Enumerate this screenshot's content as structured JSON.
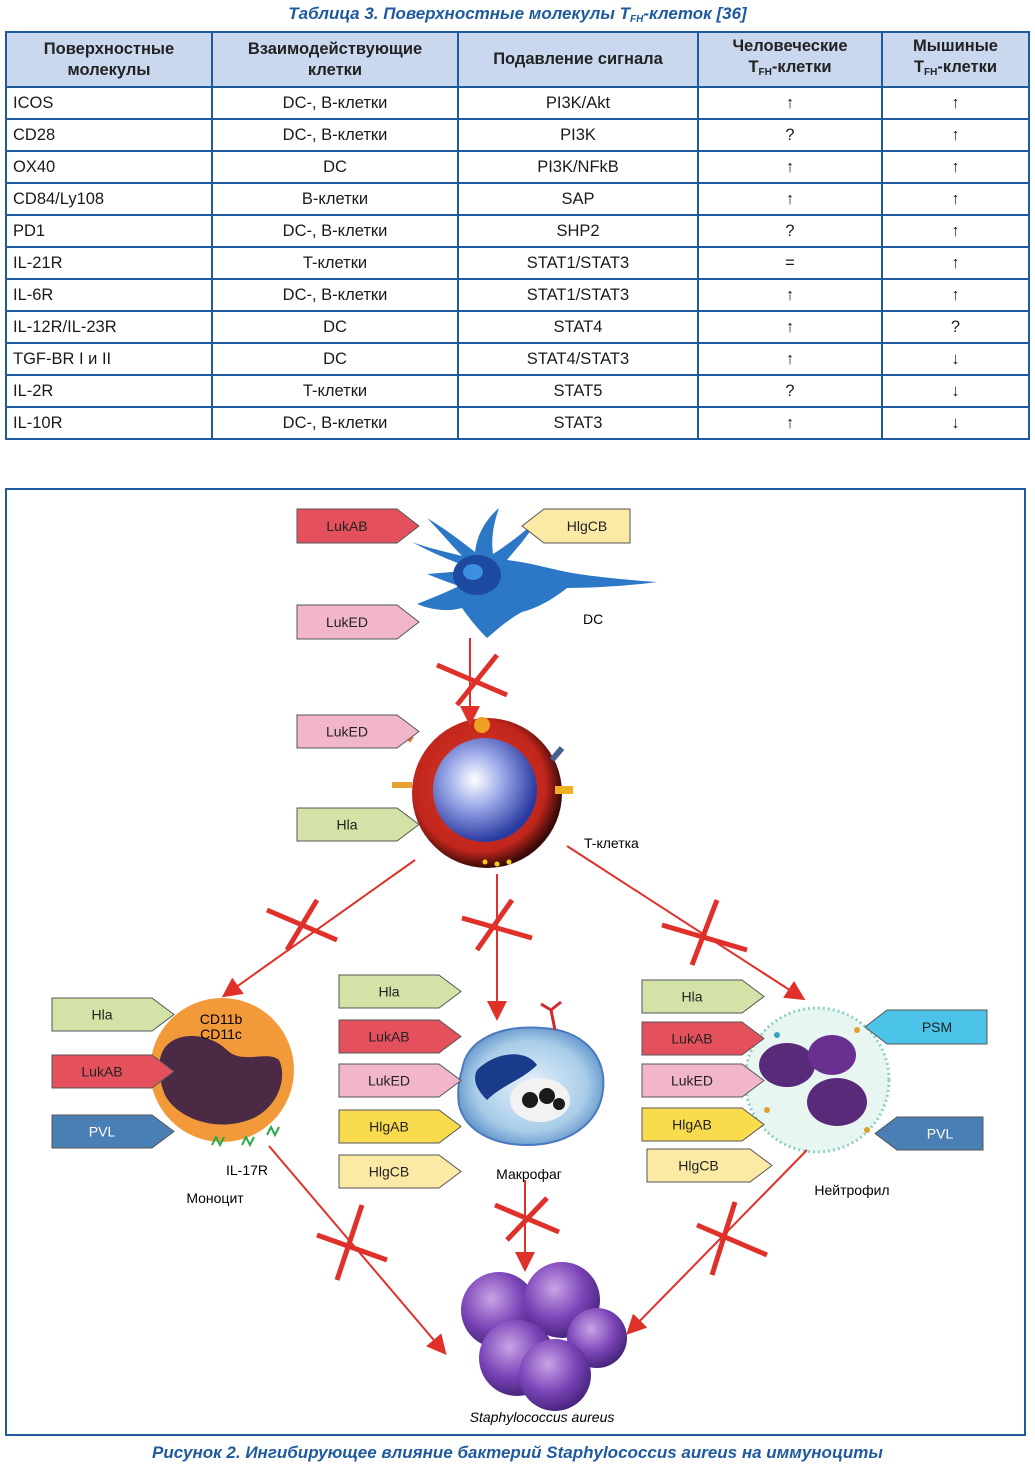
{
  "table_caption": "Таблица 3. Поверхностные молекулы T",
  "table_caption_sub": "FH",
  "table_caption_tail": "-клеток [36]",
  "table": {
    "headers": {
      "c1": [
        "Поверхностные",
        "молекулы"
      ],
      "c2": [
        "Взаимодействующие",
        "клетки"
      ],
      "c3": "Подавление сигнала",
      "c4": [
        "Человеческие",
        "T",
        "FH",
        "-клетки"
      ],
      "c5": [
        "Мышиные",
        "T",
        "FH",
        "-клетки"
      ]
    },
    "rows": [
      [
        "ICOS",
        "DC-, B-клетки",
        "PI3K/Akt",
        "↑",
        "↑"
      ],
      [
        "CD28",
        "DC-, B-клетки",
        "PI3K",
        "?",
        "↑"
      ],
      [
        "OX40",
        "DC",
        "PI3K/NFkB",
        "↑",
        "↑"
      ],
      [
        "CD84/Ly108",
        "B-клетки",
        "SAP",
        "↑",
        "↑"
      ],
      [
        "PD1",
        "DC-, B-клетки",
        "SHP2",
        "?",
        "↑"
      ],
      [
        "IL-21R",
        "T-клетки",
        "STAT1/STAT3",
        "=",
        "↑"
      ],
      [
        "IL-6R",
        "DC-, B-клетки",
        "STAT1/STAT3",
        "↑",
        "↑"
      ],
      [
        "IL-12R/IL-23R",
        "DC",
        "STAT4",
        "↑",
        "?"
      ],
      [
        "TGF-BR I и II",
        "DC",
        "STAT4/STAT3",
        "↑",
        "↓"
      ],
      [
        "IL-2R",
        "T-клетки",
        "STAT5",
        "?",
        "↓"
      ],
      [
        "IL-10R",
        "DC-, B-клетки",
        "STAT3",
        "↑",
        "↓"
      ]
    ]
  },
  "figure": {
    "cells": {
      "dc": "DC",
      "tcell": "T-клетка",
      "monocyte": "Моноцит",
      "monocyte_markers": [
        "CD11b",
        "CD11c"
      ],
      "il17r": "IL-17R",
      "macrophage": "Макрофаг",
      "neutrophil": "Нейтрофил",
      "bacteria": "Staphylococcus aureus"
    },
    "toxins": {
      "dc_lukab": "LukAB",
      "dc_lukeD": "LukED",
      "dc_hlgcb": "HlgCB",
      "t_luked": "LukED",
      "t_hla": "Hla",
      "mono_hla": "Hla",
      "mono_lukab": "LukAB",
      "mono_pvl": "PVL",
      "mac_hla": "Hla",
      "mac_lukab": "LukAB",
      "mac_luked": "LukED",
      "mac_hlgab": "HlgAB",
      "mac_hlgcb": "HlgCB",
      "neu_hla": "Hla",
      "neu_lukab": "LukAB",
      "neu_luked": "LukED",
      "neu_hlgab": "HlgAB",
      "neu_hlgcb": "HlgCB",
      "neu_psm": "PSM",
      "neu_pvl": "PVL"
    },
    "colors": {
      "Hla": "#d3e2a6",
      "LukAB": "#e4515d",
      "LukED": "#f2b6cc",
      "HlgAB": "#f9dc4e",
      "HlgCB": "#fbe9a6",
      "PVL": "#4a7fb5",
      "PSM": "#4cc3e8",
      "arrow": "#e0302a"
    }
  },
  "figure_caption": "Рисунок 2. Ингибирующее влияние бактерий Staphylococcus aureus на иммуноциты"
}
